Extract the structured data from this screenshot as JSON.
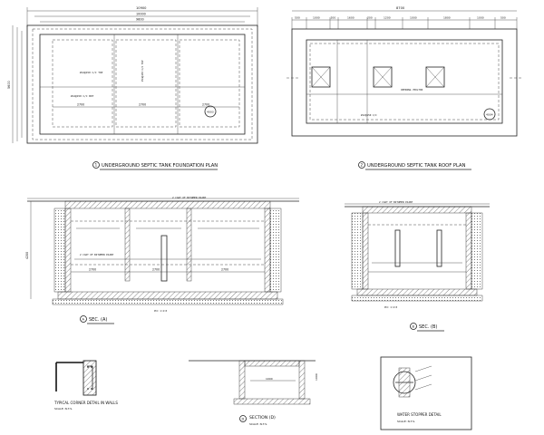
{
  "titles": {
    "foundation_plan": "UNDERGROUND SEPTIC TANK FOUNDATION PLAN",
    "roof_plan": "UNDERGROUND SEPTIC TANK ROOF PLAN",
    "sec_a": "SEC. (A)",
    "sec_b": "SEC. (B)",
    "section_d": "SECTION (D)",
    "corner_detail": "TYPICAL CORNER DETAIL IN WALLS",
    "water_stopper": "WATER STOPPER DETAIL"
  },
  "numbers": {
    "foundation_plan": "1",
    "roof_plan": "2",
    "sec_a": "A",
    "sec_b": "B",
    "section_d": "D"
  },
  "scales": {
    "section_d": "SCALE: N.T.S.",
    "corner_detail": "SCALE: N.T.S.",
    "water_stopper": "SCALE: N.T.S."
  },
  "dims": {
    "fp_overall": "10900",
    "fp_mid": "10000",
    "fp_inner": "9600",
    "fp_bay1": "2700",
    "fp_bay2": "2700",
    "fp_bay3": "2700",
    "fp_height": "5600",
    "rp_overall": "8700",
    "rp_seg1": "500",
    "rp_seg2": "1000",
    "rp_seg3": "200",
    "rp_seg4": "1600",
    "rp_seg5": "200",
    "rp_seg6": "1200",
    "rp_seg7": "1000",
    "rp_seg8": "1800",
    "rp_seg9": "1000",
    "rp_seg10": "500",
    "sa_bay1": "2700",
    "sa_bay2": "2700",
    "sa_bay3": "2700",
    "sa_height": "4200",
    "sd_width": "1000",
    "sd_depth": "1000"
  },
  "labels": {
    "fp_rebar_top": "#14@150 C/C TOP",
    "fp_rebar_bot": "#14@150 C/C BOT",
    "rp_rebar": "#12@150 C/C",
    "rp_opening": "OPENING 700x700",
    "coat": "2 COAT OF BITUMEN PAINT",
    "lean": "PCC 1:4:8"
  },
  "callouts": {
    "fp": "4003",
    "rp": "4004"
  }
}
